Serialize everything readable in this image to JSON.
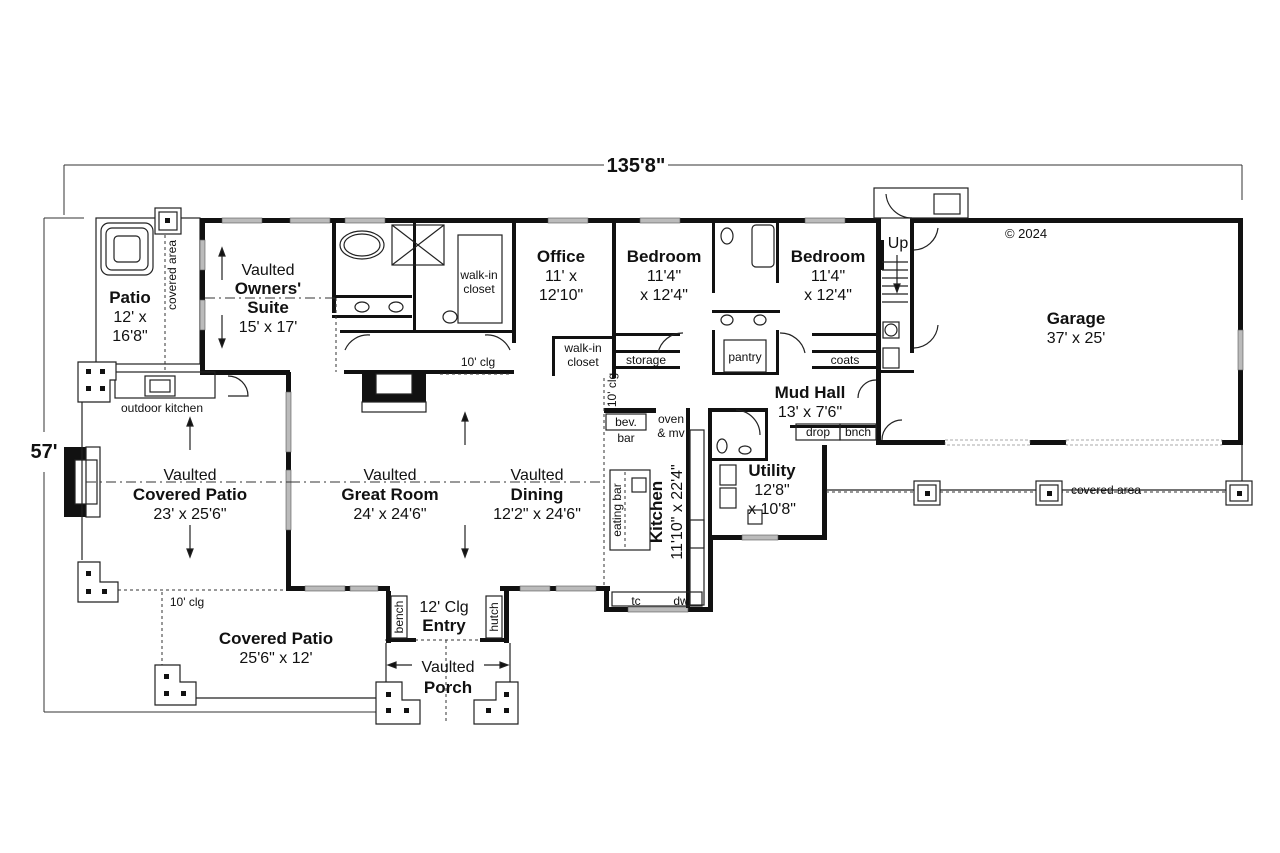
{
  "plan": {
    "overall_width": "135'8\"",
    "overall_depth": "57'",
    "copyright": "© 2024"
  },
  "rooms": {
    "patio": {
      "name": "Patio",
      "dim1": "12' x",
      "dim2": "16'8\"",
      "note": "covered area"
    },
    "owners_suite": {
      "prefix": "Vaulted",
      "name1": "Owners'",
      "name2": "Suite",
      "dim": "15' x 17'"
    },
    "owners_walkin": {
      "line1": "walk-in",
      "line2": "closet"
    },
    "owners_hall_clg": "10' clg",
    "office": {
      "name": "Office",
      "dim1": "11' x",
      "dim2": "12'10\""
    },
    "office_walkin": {
      "line1": "walk-in",
      "line2": "closet"
    },
    "bedroom1": {
      "name": "Bedroom",
      "dim1": "11'4\"",
      "dim2": "x 12'4\""
    },
    "bedroom2": {
      "name": "Bedroom",
      "dim1": "11'4\"",
      "dim2": "x 12'4\""
    },
    "storage": "storage",
    "pantry": "pantry",
    "coats": "coats",
    "mud_hall": {
      "name": "Mud Hall",
      "dim": "13' x 7'6\""
    },
    "drop": "drop",
    "bench_mud": "bnch",
    "stairs": "Up",
    "garage": {
      "name": "Garage",
      "dim": "37' x 25'"
    },
    "outdoor_kitchen": "outdoor kitchen",
    "covered_patio_main": {
      "prefix": "Vaulted",
      "name": "Covered Patio",
      "dim": "23' x 25'6\""
    },
    "great_room": {
      "prefix": "Vaulted",
      "name": "Great Room",
      "dim": "24' x 24'6\""
    },
    "dining": {
      "prefix": "Vaulted",
      "name": "Dining",
      "dim": "12'2\" x 24'6\""
    },
    "kitchen": {
      "name": "Kitchen",
      "dim": "11'10\" x 22'4\""
    },
    "kitchen_clg": "10' clg",
    "bev_bar": {
      "line1": "bev.",
      "line2": "bar"
    },
    "oven": {
      "line1": "oven",
      "line2": "& mv"
    },
    "eating_bar": "eating bar",
    "tc": "tc",
    "dw": "dw",
    "utility": {
      "name": "Utility",
      "dim1": "12'8\"",
      "dim2": "x 10'8\""
    },
    "garage_covered_area": "covered area",
    "covered_patio_rear": {
      "name": "Covered Patio",
      "dim": "25'6\" x 12'",
      "clg": "10' clg"
    },
    "entry": {
      "clg": "12' Clg",
      "name": "Entry",
      "bench": "bench",
      "hutch": "hutch"
    },
    "porch": {
      "prefix": "Vaulted",
      "name": "Porch"
    }
  }
}
